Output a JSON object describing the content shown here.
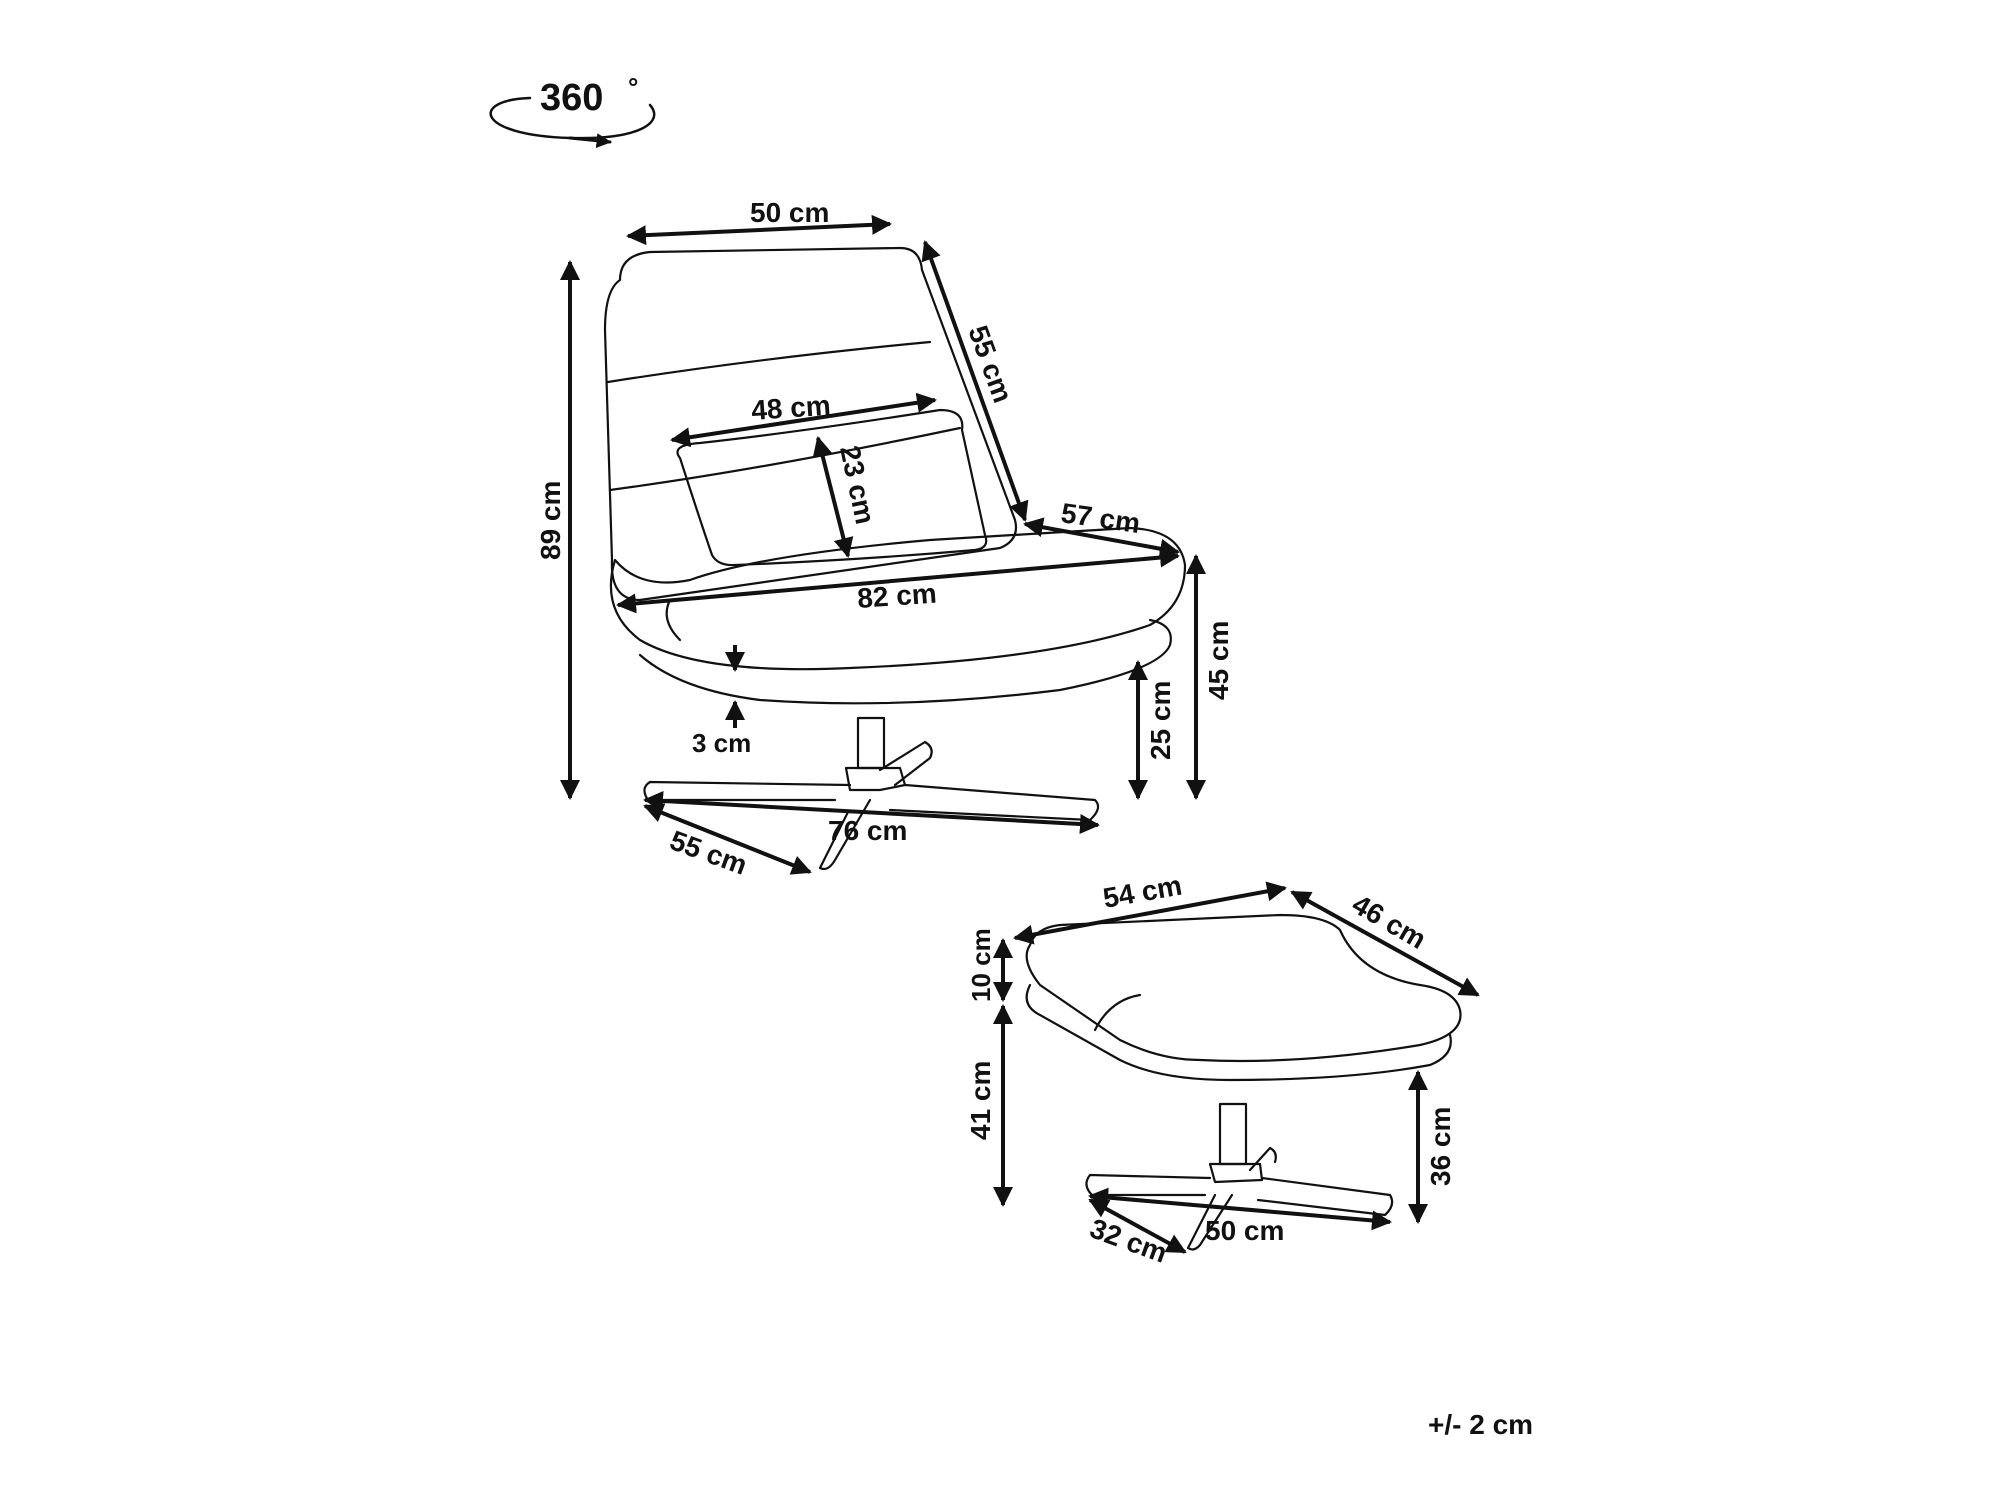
{
  "rotation": {
    "value": "360",
    "unit": "°"
  },
  "chair": {
    "width_top": "50 cm",
    "backrest_depth": "55 cm",
    "pillow_width": "48 cm",
    "pillow_height": "23 cm",
    "seat_depth": "57 cm",
    "total_height": "89 cm",
    "diagonal": "82 cm",
    "seat_height": "45 cm",
    "base_height": "25 cm",
    "cushion_thickness": "3 cm",
    "base_width": "76 cm",
    "base_depth": "55 cm"
  },
  "ottoman": {
    "width": "54 cm",
    "depth": "46 cm",
    "top_thickness": "10 cm",
    "total_height": "41 cm",
    "base_height": "36 cm",
    "base_width": "50 cm",
    "base_depth": "32 cm"
  },
  "tolerance": "+/- 2 cm",
  "colors": {
    "ink": "#111111",
    "background": "#ffffff"
  }
}
